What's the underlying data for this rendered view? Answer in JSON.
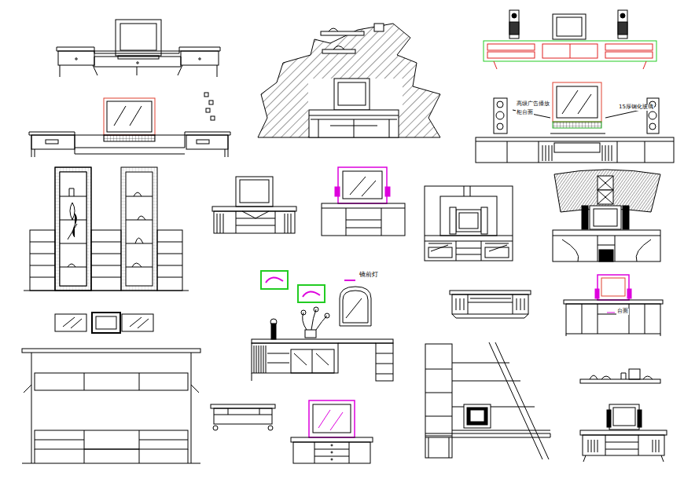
{
  "diagram": {
    "labels": [
      "高级广告播放",
      "柜台面",
      "15厚钢化玻璃",
      "镜前灯",
      "台面"
    ]
  }
}
